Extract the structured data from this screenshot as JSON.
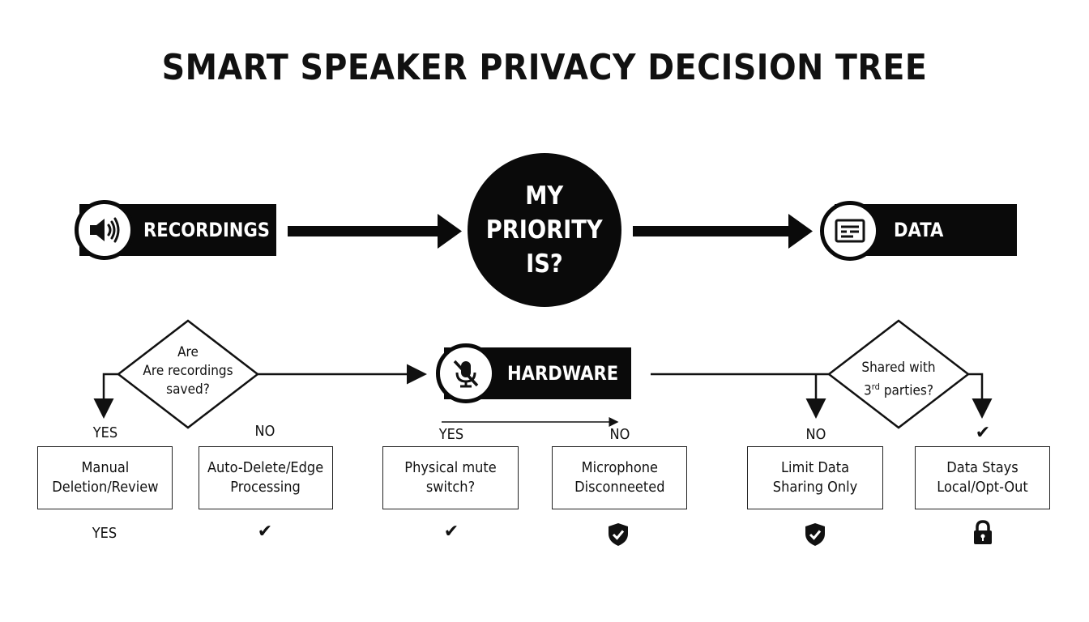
{
  "title": "SMART SPEAKER PRIVACY DECISION TREE",
  "center": {
    "line1": "MY",
    "line2": "PRIORITY",
    "line3": "IS?"
  },
  "recordings": {
    "label": "RECORDINGS",
    "icon": "speaker-icon"
  },
  "data": {
    "label": "DATA",
    "icon": "document-icon"
  },
  "hardware": {
    "label": "HARDWARE",
    "icon": "muted-microphone-icon"
  },
  "question_saved": {
    "line1": "Are",
    "line2": "Are recordings",
    "line3": "saved?"
  },
  "question_shared": {
    "line1": "Shared with",
    "line2_pre": "3",
    "line2_sup": "rd",
    "line2_post": " parties?"
  },
  "branch_labels": {
    "rec_yes": "YES",
    "rec_no": "NO",
    "hw_yes": "YES",
    "hw_no": "NO",
    "data_no": "NO"
  },
  "outcomes": [
    {
      "line1": "Manual",
      "line2": "Deletion/Review"
    },
    {
      "line1": "Auto-Delete/Edge",
      "line2": "Processing"
    },
    {
      "line1": "Physical mute",
      "line2": "switch?"
    },
    {
      "line1": "Microphone",
      "line2": "Disconneeted"
    },
    {
      "line1": "Limit Data",
      "line2": "Sharing Only"
    },
    {
      "line1": "Data Stays",
      "line2": "Local/Opt-Out"
    }
  ],
  "bottom_row": {
    "first": "YES",
    "icons": [
      "checkmark-icon",
      "checkmark-icon",
      "shield-check-icon",
      "shield-check-icon",
      "lock-icon"
    ]
  },
  "colors": {
    "ink": "#0a0a0a",
    "paper": "#ffffff"
  }
}
